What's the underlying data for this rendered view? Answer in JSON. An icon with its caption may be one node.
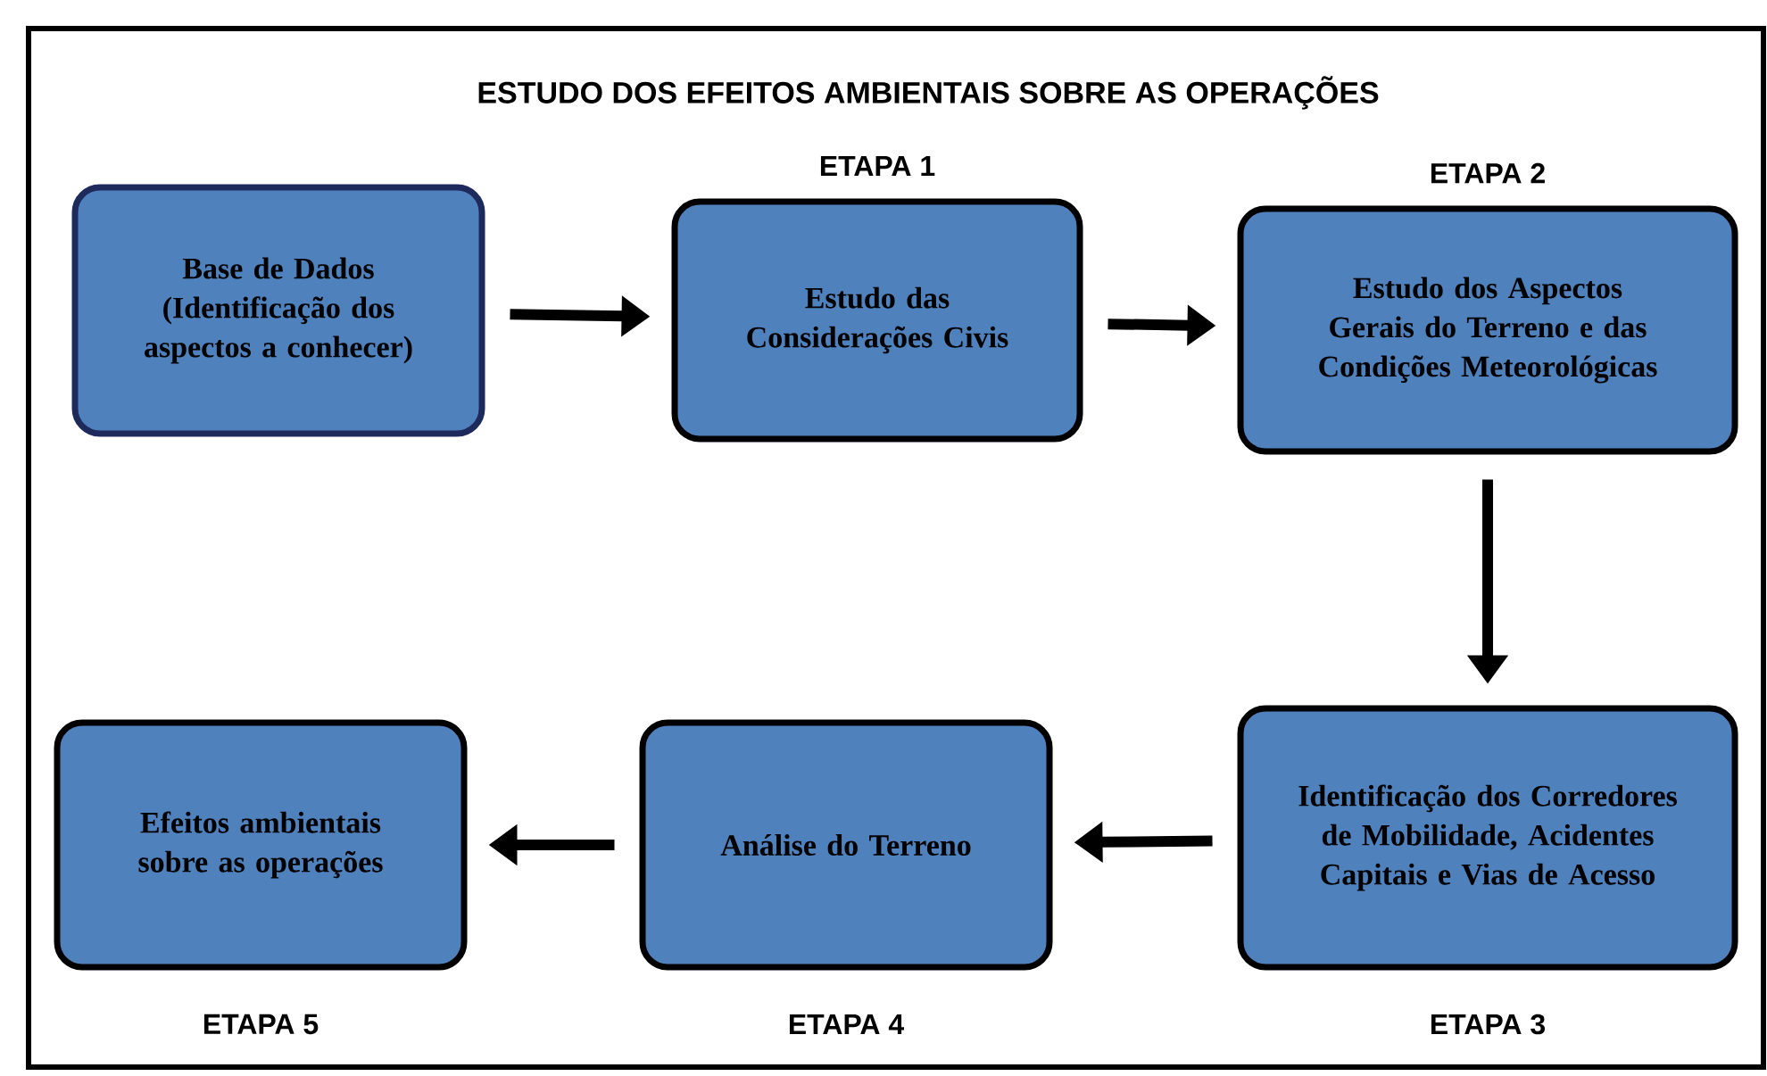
{
  "diagram": {
    "title": "ESTUDO DOS EFEITOS AMBIENTAIS SOBRE AS OPERAÇÕES",
    "nodes": [
      {
        "text": [
          "Base de Dados (Identificação dos aspectos a conhecer)"
        ]
      },
      {
        "text": [
          "Estudo das Considerações Civis"
        ],
        "beside": [
          "ETAPA 1"
        ]
      },
      {
        "text": [
          "Estudo dos Aspectos Gerais do Terreno e das Condições Meteorológicas"
        ],
        "beside": [
          "ETAPA 2"
        ]
      },
      {
        "text": [
          "Identificação dos Corredores de Mobilidade, Acidentes Capitais e Vias de Acesso"
        ],
        "beside": [
          "ETAPA 3"
        ]
      },
      {
        "text": [
          "Análise do Terreno"
        ],
        "beside": [
          "ETAPA 4"
        ]
      },
      {
        "text": [
          "Efeitos ambientais sobre as operações"
        ],
        "beside": [
          "ETAPA 5"
        ]
      }
    ],
    "edges": [
      {
        "from": 0,
        "to": 1,
        "arrow": "to"
      },
      {
        "from": 1,
        "to": 2,
        "arrow": "to"
      },
      {
        "from": 2,
        "to": 3,
        "arrow": "to"
      },
      {
        "from": 3,
        "to": 4,
        "arrow": "to"
      },
      {
        "from": 4,
        "to": 5,
        "arrow": "to"
      }
    ]
  }
}
